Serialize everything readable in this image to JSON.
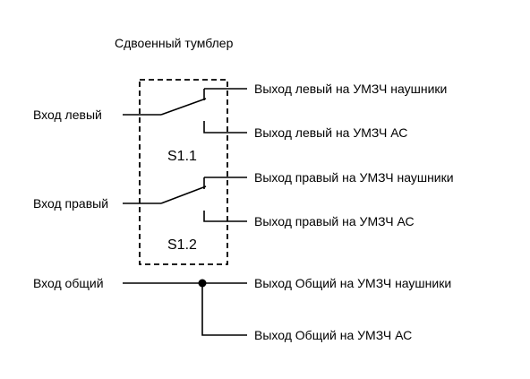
{
  "title": "Сдвоенный тумблер",
  "switches": [
    {
      "label": "S1.1"
    },
    {
      "label": "S1.2"
    }
  ],
  "inputs": {
    "left": "Вход левый",
    "right": "Вход правый",
    "common": "Вход общий"
  },
  "outputs": {
    "left_headphones": "Выход левый на УМЗЧ наушники",
    "left_speakers": "Выход левый на УМЗЧ АС",
    "right_headphones": "Выход правый на УМЗЧ наушники",
    "right_speakers": "Выход правый на УМЗЧ АС",
    "common_headphones": "Выход Общий на УМЗЧ наушники",
    "common_speakers": "Выход Общий на УМЗЧ АС"
  },
  "colors": {
    "line": "#000000",
    "background": "#ffffff"
  }
}
